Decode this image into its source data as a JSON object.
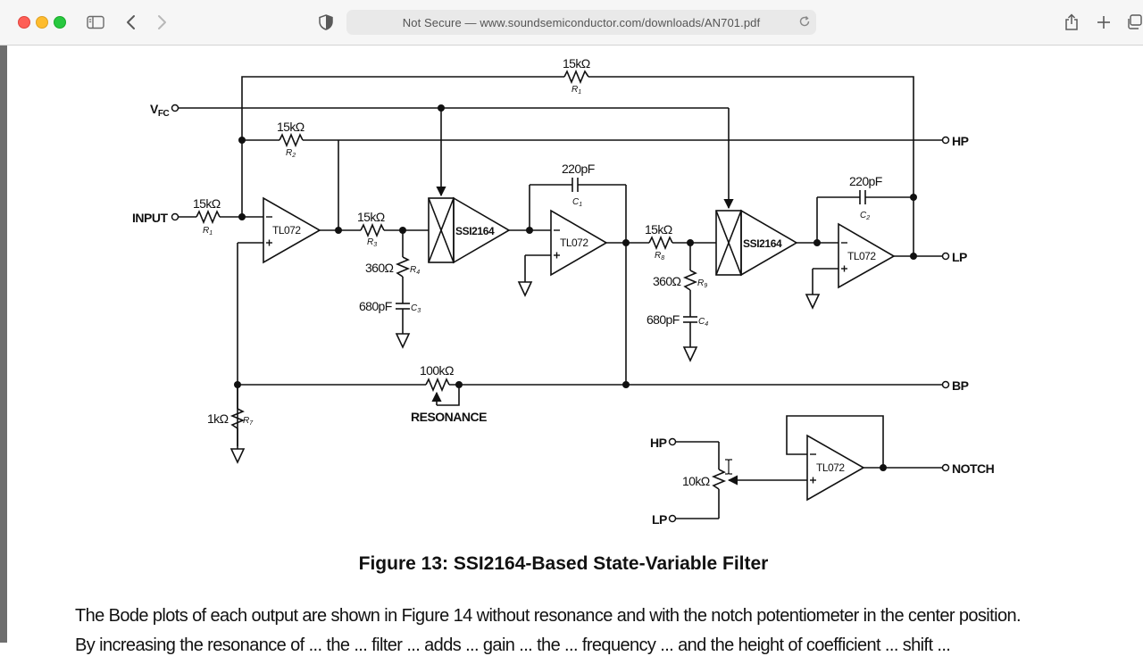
{
  "browser": {
    "address": "Not Secure — www.soundsemiconductor.com/downloads/AN701.pdf"
  },
  "schematic": {
    "inputs": {
      "vfc": "V",
      "vfc_sub": "FC",
      "input": "INPUT"
    },
    "outputs": {
      "hp": "HP",
      "lp": "LP",
      "bp": "BP",
      "notch": "NOTCH"
    },
    "notch_inputs": {
      "hp": "HP",
      "lp": "LP"
    },
    "chips": {
      "vca1": "SSI2164",
      "vca2": "SSI2164"
    },
    "opamps": {
      "u1": "TL072",
      "u2": "TL072",
      "u3": "TL072",
      "u4": "TL072"
    },
    "components": {
      "r1_top_value": "15kΩ",
      "r1_top_ref": "R",
      "r2_value": "15kΩ",
      "r2_ref": "R",
      "r1_in_value": "15kΩ",
      "r1_in_ref": "R",
      "r3_value": "15kΩ",
      "r3_ref": "R",
      "r4_value": "360Ω",
      "r4_ref": "R",
      "c3_value": "680pF",
      "c3_ref": "C",
      "c1_value": "220pF",
      "c1_ref": "C",
      "r8_value": "15kΩ",
      "r8_ref": "R",
      "r9_value": "360Ω",
      "r9_ref": "R",
      "c4_value": "680pF",
      "c4_ref": "C",
      "c2_value": "220pF",
      "c2_ref": "C",
      "r7_value": "1kΩ",
      "r7_ref": "R",
      "resonance_value": "100kΩ",
      "resonance_label": "RESONANCE",
      "pot_value": "10kΩ"
    },
    "subscripts": {
      "r1_top": "1",
      "r2": "2",
      "r1_in": "1",
      "r3": "3",
      "r4": "4",
      "c3": "3",
      "c1": "1",
      "r8": "8",
      "r9": "9",
      "c4": "4",
      "c2": "2",
      "r7": "7"
    }
  },
  "document": {
    "caption": "Figure 13:  SSI2164-Based State-Variable Filter",
    "paragraph": "The Bode plots of each output are shown in Figure 14 without resonance and with the notch potentiometer in the center position.",
    "paragraph_cut": "By increasing the resonance of ... the ... filter ... adds ... gain ... the ... frequency ... and the height of coefficient ... shift ..."
  }
}
